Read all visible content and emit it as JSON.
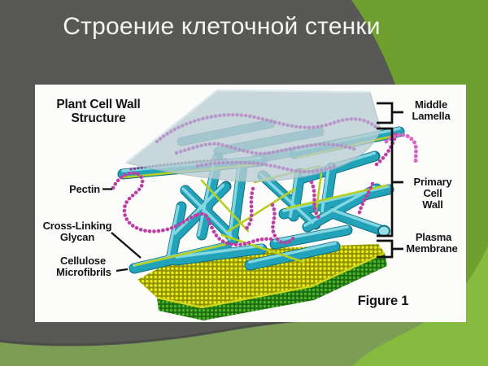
{
  "slide": {
    "title": "Строение клеточной стенки"
  },
  "theme": {
    "background": "#585856",
    "corner_green": "#6F9F2E",
    "band_olive": "#7C9E54",
    "bright_green": "#87BB40",
    "title_color": "#F4F4F2"
  },
  "figure": {
    "heading": {
      "line1": "Plant Cell Wall",
      "line2": "Structure"
    },
    "caption": "Figure 1",
    "labels": {
      "pectin": "Pectin",
      "cross_linking_glycan": {
        "line1": "Cross-Linking",
        "line2": "Glycan"
      },
      "cellulose_microfibrils": {
        "line1": "Cellulose",
        "line2": "Microfibrils"
      },
      "middle_lamella": {
        "line1": "Middle",
        "line2": "Lamella"
      },
      "primary_cell_wall": {
        "line1": "Primary",
        "line2": "Cell",
        "line3": "Wall"
      },
      "plasma_membrane": {
        "line1": "Plasma",
        "line2": "Membrane"
      }
    },
    "colors": {
      "cellulose_rod": "#22A3BA",
      "pectin_strand": "#BD3FA6",
      "glycan_strand": "#B7CF1F",
      "membrane_yellow": "#EDEA1B",
      "membrane_green": "#49B32A",
      "lamella_sheet": "#B9CDD3"
    }
  }
}
